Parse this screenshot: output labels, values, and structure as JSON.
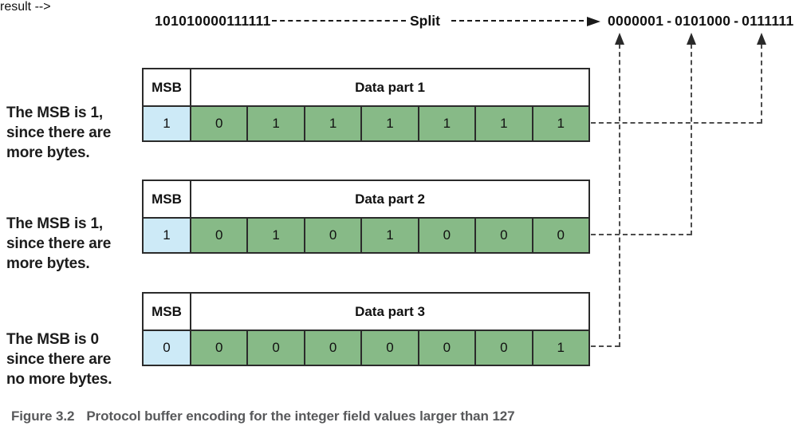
{
  "figure": {
    "top_flow": {
      "source_value": "101010000111111",
      "split_label": "Split",
      "result_parts": [
        "0000001",
        "0101000",
        "0111111"
      ],
      "result_separator": "-"
    },
    "tables": [
      {
        "msb_header": "MSB",
        "data_header": "Data part 1",
        "msb_bit": "1",
        "bits": [
          "0",
          "1",
          "1",
          "1",
          "1",
          "1",
          "1"
        ],
        "annotation": "The MSB is 1,\nsince there are\nmore bytes."
      },
      {
        "msb_header": "MSB",
        "data_header": "Data part 2",
        "msb_bit": "1",
        "bits": [
          "0",
          "1",
          "0",
          "1",
          "0",
          "0",
          "0"
        ],
        "annotation": "The MSB is 1,\nsince there are\nmore bytes."
      },
      {
        "msb_header": "MSB",
        "data_header": "Data part 3",
        "msb_bit": "0",
        "bits": [
          "0",
          "0",
          "0",
          "0",
          "0",
          "0",
          "1"
        ],
        "annotation": "The MSB is 0\nsince there are\nno more bytes."
      }
    ],
    "caption": {
      "label": "Figure 3.2",
      "text": "Protocol buffer encoding for the integer field values larger than 127"
    }
  },
  "colors": {
    "msb_cell": "#cdeaf7",
    "data_cell": "#87ba87",
    "cell_border": "#2b2b2b",
    "connector": "#4d4d4d",
    "top_line": "#1a1a1a",
    "caption_text": "#58595b"
  }
}
